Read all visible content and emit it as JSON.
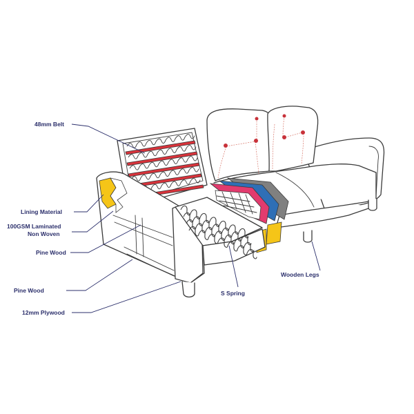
{
  "labels": {
    "belt": "48mm Belt",
    "lining": "Lining Material",
    "laminated_line1": "100GSM Laminated",
    "laminated_line2": "Non Woven",
    "pine_wood_upper": "Pine Wood",
    "pine_wood_lower": "Pine Wood",
    "plywood": "12mm Plywood",
    "s_spring": "S Spring",
    "wooden_legs": "Wooden Legs"
  },
  "colors": {
    "label_text": "#2b2f6b",
    "outline": "#3a3a3a",
    "belt_red": "#d8333b",
    "lining_yellow": "#f5c518",
    "foam_blue": "#2f6fb6",
    "foam_pink": "#e23b6e",
    "foam_grey": "#808080",
    "button_red": "#c8323a"
  }
}
